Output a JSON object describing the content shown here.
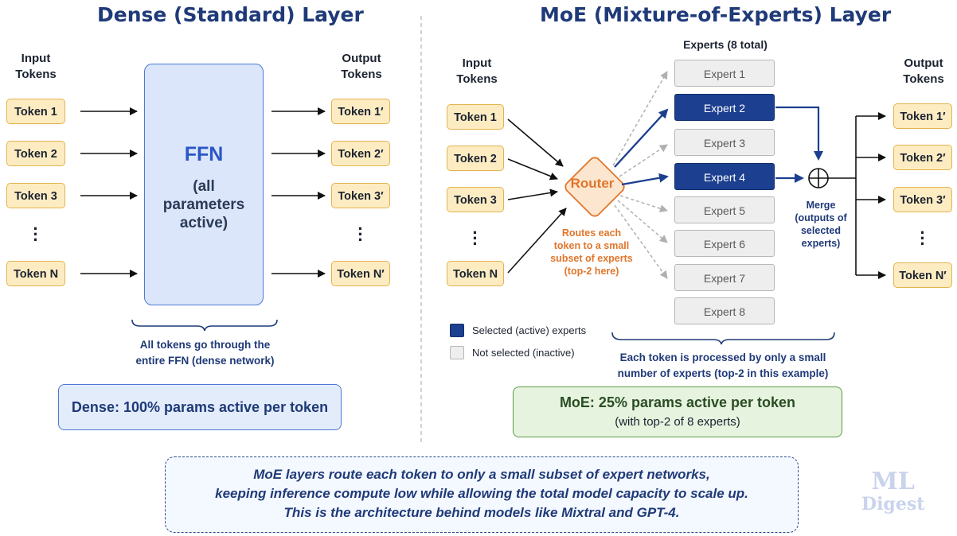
{
  "dense": {
    "title": "Dense (Standard) Layer",
    "input_header": [
      "Input",
      "Tokens"
    ],
    "output_header": [
      "Output",
      "Tokens"
    ],
    "input_tokens": [
      "Token 1",
      "Token 2",
      "Token 3",
      "Token N"
    ],
    "output_tokens": [
      "Token 1′",
      "Token 2′",
      "Token 3′",
      "Token N′"
    ],
    "ffn_title": "FFN",
    "ffn_subtitle": [
      "(all",
      "parameters",
      "active)"
    ],
    "caption": [
      "All tokens go through the",
      "entire FFN (dense network)"
    ],
    "summary": "Dense: 100% params active per token"
  },
  "moe": {
    "title": "MoE (Mixture-of-Experts) Layer",
    "input_header": [
      "Input",
      "Tokens"
    ],
    "output_header": [
      "Output",
      "Tokens"
    ],
    "experts_header": "Experts (8 total)",
    "input_tokens": [
      "Token 1",
      "Token 2",
      "Token 3",
      "Token N"
    ],
    "output_tokens": [
      "Token 1′",
      "Token 2′",
      "Token 3′",
      "Token N′"
    ],
    "router_label": "Router",
    "router_caption": [
      "Routes each",
      "token to a small",
      "subset of experts",
      "(top-2 here)"
    ],
    "experts": [
      {
        "label": "Expert 1",
        "active": false
      },
      {
        "label": "Expert 2",
        "active": true
      },
      {
        "label": "Expert 3",
        "active": false
      },
      {
        "label": "Expert 4",
        "active": true
      },
      {
        "label": "Expert 5",
        "active": false
      },
      {
        "label": "Expert 6",
        "active": false
      },
      {
        "label": "Expert 7",
        "active": false
      },
      {
        "label": "Expert 8",
        "active": false
      }
    ],
    "merge_caption": [
      "Merge",
      "(outputs of",
      "selected",
      "experts)"
    ],
    "legend": {
      "selected": "Selected (active) experts",
      "not_selected": "Not selected (inactive)"
    },
    "caption": [
      "Each token is processed by only a small",
      "number of experts (top-2 in this example)"
    ],
    "summary_main": "MoE: 25% params active per token",
    "summary_sub": "(with top-2 of 8 experts)"
  },
  "note": [
    "MoE layers route each token to only a small subset of expert networks,",
    "keeping inference compute low while allowing the total model capacity to scale up.",
    "This is the architecture behind models like Mixtral and GPT-4."
  ],
  "watermark": [
    "ML",
    "Digest"
  ],
  "colors": {
    "title": "#1f3a78",
    "token_fill": "#fdecc2",
    "token_border": "#e2b34d",
    "ffn_fill": "#dbe6fb",
    "router_orange": "#e0762b",
    "expert_active": "#1c3f8f",
    "expert_inactive": "#eeeeee",
    "moe_summary_fill": "#e6f3df"
  }
}
